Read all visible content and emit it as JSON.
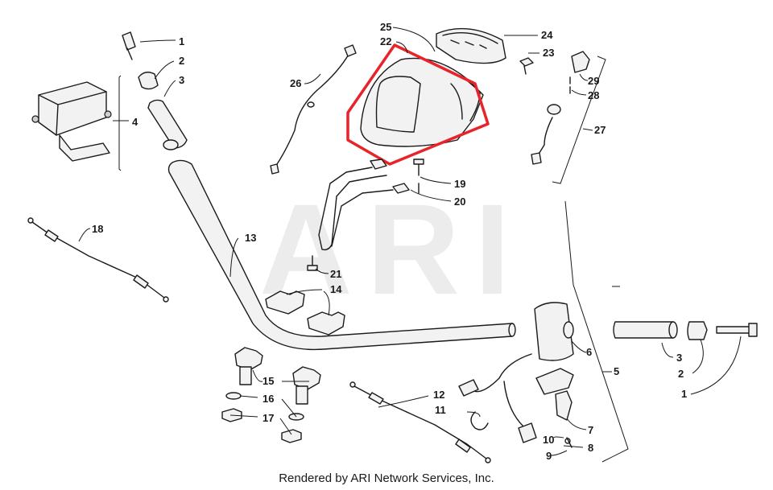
{
  "watermark": "ARI",
  "footer": "Rendered by ARI Network Services, Inc.",
  "highlight_color": "#e8232a",
  "callouts": {
    "c1a": "1",
    "c2a": "2",
    "c3a": "3",
    "c4": "4",
    "c5": "5",
    "c6": "6",
    "c7": "7",
    "c8": "8",
    "c9": "9",
    "c10": "10",
    "c11": "11",
    "c12": "12",
    "c13": "13",
    "c14": "14",
    "c15": "15",
    "c16": "16",
    "c17": "17",
    "c18": "18",
    "c19": "19",
    "c20": "20",
    "c21": "21",
    "c22": "22",
    "c23": "23",
    "c24": "24",
    "c25": "25",
    "c26": "26",
    "c27": "27",
    "c28": "28",
    "c29": "29",
    "c3b": "3",
    "c2b": "2",
    "c1b": "1"
  }
}
